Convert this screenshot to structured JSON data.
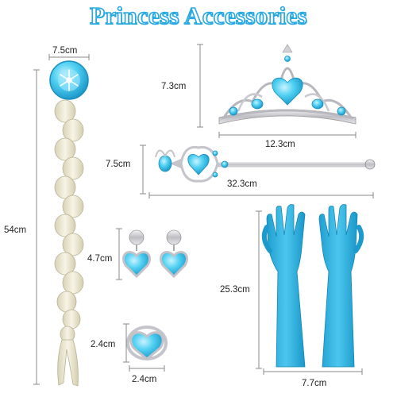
{
  "title": "Princess Accessories",
  "colors": {
    "accent": "#29a9e1",
    "gem": "#40c4ea",
    "glove": "#2fb3e0",
    "silver": "#c8c8cc",
    "braid": "#ece7cf"
  },
  "dimensions": {
    "clip_width": "7.5cm",
    "braid_length": "54cm",
    "crown_height": "7.3cm",
    "crown_width": "12.3cm",
    "wand_height": "7.5cm",
    "wand_length": "32.3cm",
    "earring_height": "4.7cm",
    "ring_height": "2.4cm",
    "ring_width": "2.4cm",
    "glove_length": "25.3cm",
    "glove_width": "7.7cm"
  }
}
